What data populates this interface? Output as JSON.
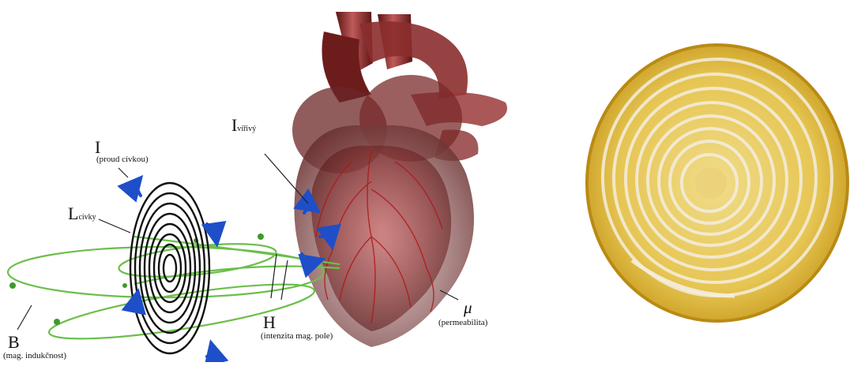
{
  "labels": {
    "current": {
      "symbol": "I",
      "description": "(proud cívkou)"
    },
    "coil": {
      "symbol": "L",
      "subscript": "cívky"
    },
    "eddy": {
      "symbol": "I",
      "subscript": "vířivý"
    },
    "induction": {
      "symbol": "B",
      "description": "(mag. indukčnost)"
    },
    "field": {
      "symbol": "H",
      "description": "(intenzita mag. pole)"
    },
    "permeability": {
      "symbol": "μ",
      "description": "(permeabilita)"
    }
  },
  "images": {
    "coil": "spiral-coil",
    "heart": "heart-anatomy",
    "disc": "printed-spiral-coil-disc"
  },
  "colors": {
    "field_lines": "#6bbf4a",
    "current_arrows": "#1e4fc9",
    "heart": "#7a1d1d",
    "disc": "#e2be3a"
  }
}
